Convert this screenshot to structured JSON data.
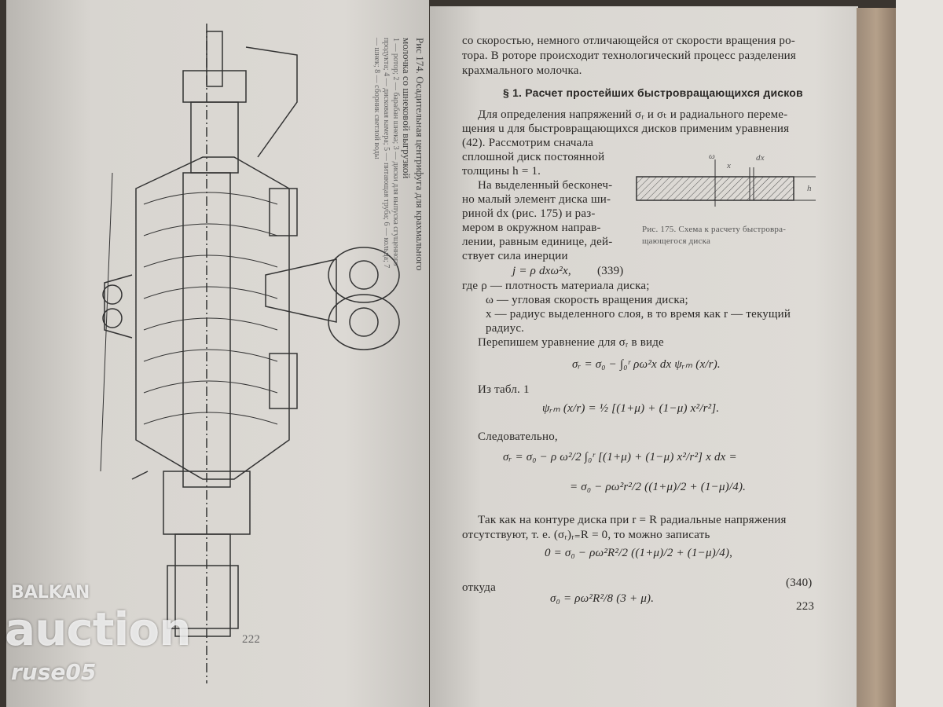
{
  "left_page": {
    "figure_caption": "Рис 174. Осадительная центрифуга для крахмального молочка со шнековой выгрузкой",
    "figure_legend": "1 — ротор; 2 — барабан шнека; 3 — диски для выпуска сгущенного продукта; 4 — дисковая камера; 5 — питающая труба; 6 — кольца; 7 — шнек; 8 — сборник светлой воды",
    "page_number": "222"
  },
  "right_page": {
    "intro": [
      "со скоростью, немного отличающейся от скорости вращения ро-",
      "тора. В роторе происходит технологический процесс разделения",
      "крахмального молочка."
    ],
    "heading": "§ 1. Расчет простейших быстровращающихся дисков",
    "para1": [
      "Для определения напряжений σᵣ и σₜ и радиального переме-",
      "щения u для быстровращающихся дисков применим уравнения"
    ],
    "para1_col": [
      "(42). Рассмотрим сначала",
      "сплошной диск постоянной",
      "толщины h = 1."
    ],
    "para2": [
      "На выделенный бесконеч-",
      "но малый элемент диска ши-",
      "риной dx (рис. 175) и раз-",
      "мером в окружном направ-",
      "лении, равным единице, дей-",
      "ствует сила инерции"
    ],
    "eq339": "j = ρ dxω²x,",
    "eq339_num": "(339)",
    "fig175_caption": [
      "Рис. 175. Схема к расчету быстровра-",
      "щающегося диска"
    ],
    "fig175_labels": {
      "omega": "ω",
      "x": "x",
      "dx": "dx",
      "h": "h"
    },
    "where": [
      "где  ρ — плотность материала диска;",
      "ω — угловая скорость вращения диска;",
      "x — радиус выделенного слоя, в то время как r — текущий",
      "радиус."
    ],
    "rewrite": "Перепишем уравнение для σᵣ в виде",
    "eq_sigma1": "σᵣ = σ₀ − ∫₀ʳ ρω²x dx ψᵣₘ (x/r).",
    "table_ref": "Из табл. 1",
    "eq_psi": "ψᵣₘ (x/r) = ½ [(1+μ) + (1−μ) x²/r²].",
    "therefore": "Следовательно,",
    "eq_sigma2": "σᵣ = σ₀ − ρ ω²/2 ∫₀ʳ [(1+μ) + (1−μ) x²/r²] x dx =",
    "eq_sigma3": "= σ₀ − ρω²r²/2 ((1+μ)/2 + (1−μ)/4).",
    "contour": [
      "Так как на контуре диска при r = R радиальные напряжения",
      "отсутствуют, т. е. (σᵣ)ᵣ₌R = 0, то можно записать"
    ],
    "eq_zero": "0 = σ₀ − ρω²R²/2 ((1+μ)/2 + (1−μ)/4),",
    "whence": "откуда",
    "eq340": "σ₀ = ρω²R²/8 (3 + μ).",
    "eq340_num": "(340)",
    "page_number": "223"
  },
  "watermark": {
    "line1": "BALKAN",
    "line2": "auction",
    "line3": "ruse05"
  }
}
